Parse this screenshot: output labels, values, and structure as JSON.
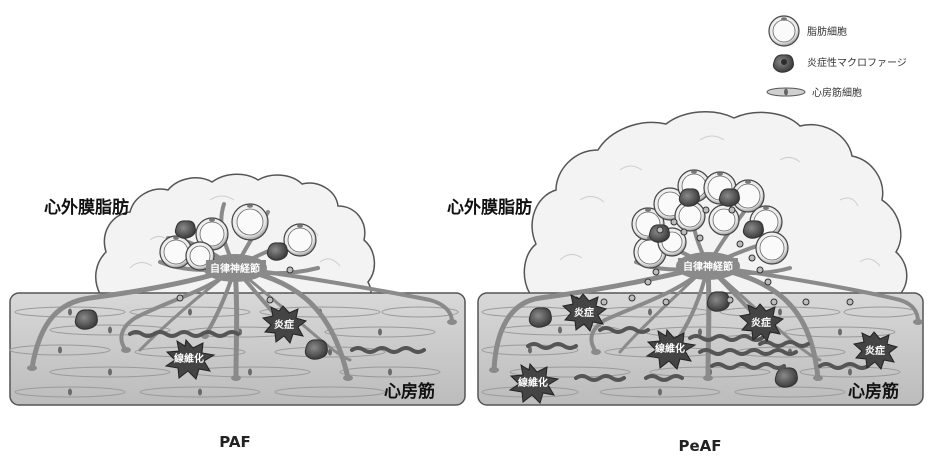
{
  "legend": {
    "adipocyte": "脂肪細胞",
    "macrophage": "炎症性マクロファージ",
    "cardiomyocyte": "心房筋細胞"
  },
  "panels": [
    {
      "caption": "PAF",
      "fat_label": "心外膜脂肪",
      "ganglion_label": "自律神経節",
      "muscle_label": "心房筋",
      "inflammation_label": "炎症",
      "fibrosis_label": "線維化"
    },
    {
      "caption": "PeAF",
      "fat_label": "心外膜脂肪",
      "ganglion_label": "自律神経節",
      "muscle_label": "心房筋",
      "inflammation_label": "炎症",
      "fibrosis_label": "線維化"
    }
  ],
  "colors": {
    "fat_fill": "#f2f2f2",
    "muscle_fill": "#cfcfcf",
    "nerve": "#8a8a8a",
    "macrophage": "#555555",
    "fibrosis": "#5a5a5a",
    "burst": "#3a3a3a"
  }
}
